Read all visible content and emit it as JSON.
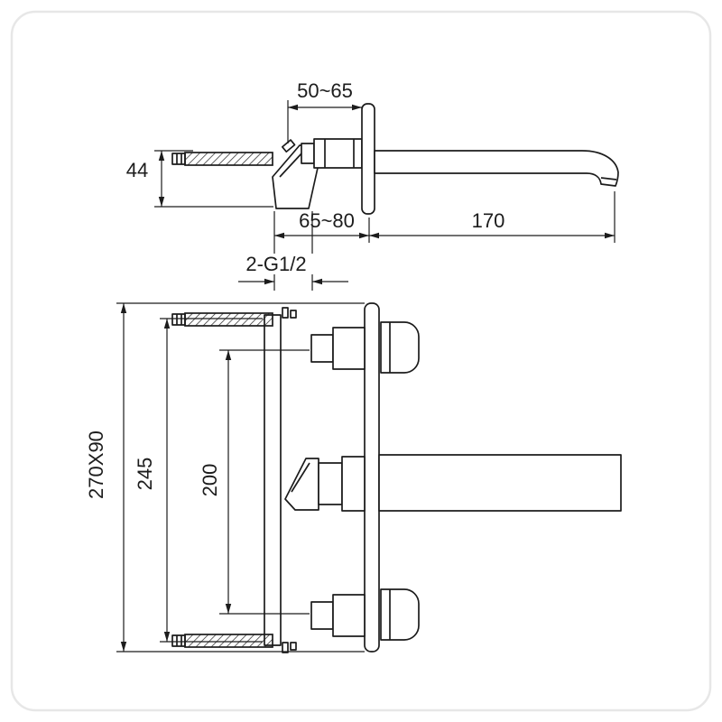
{
  "page": {
    "background": "#ffffff",
    "line_color": "#1c1c1c",
    "frame_color": "#e7e7e7"
  },
  "dimensions": {
    "top_view": {
      "wall_distance": "50~65",
      "height": "44",
      "depth_range": "65~80",
      "spout_reach": "170",
      "thread_spec": "2-G1/2"
    },
    "front_view": {
      "plate_size": "270X90",
      "overall_spacing": "245",
      "handle_spacing": "200"
    }
  }
}
